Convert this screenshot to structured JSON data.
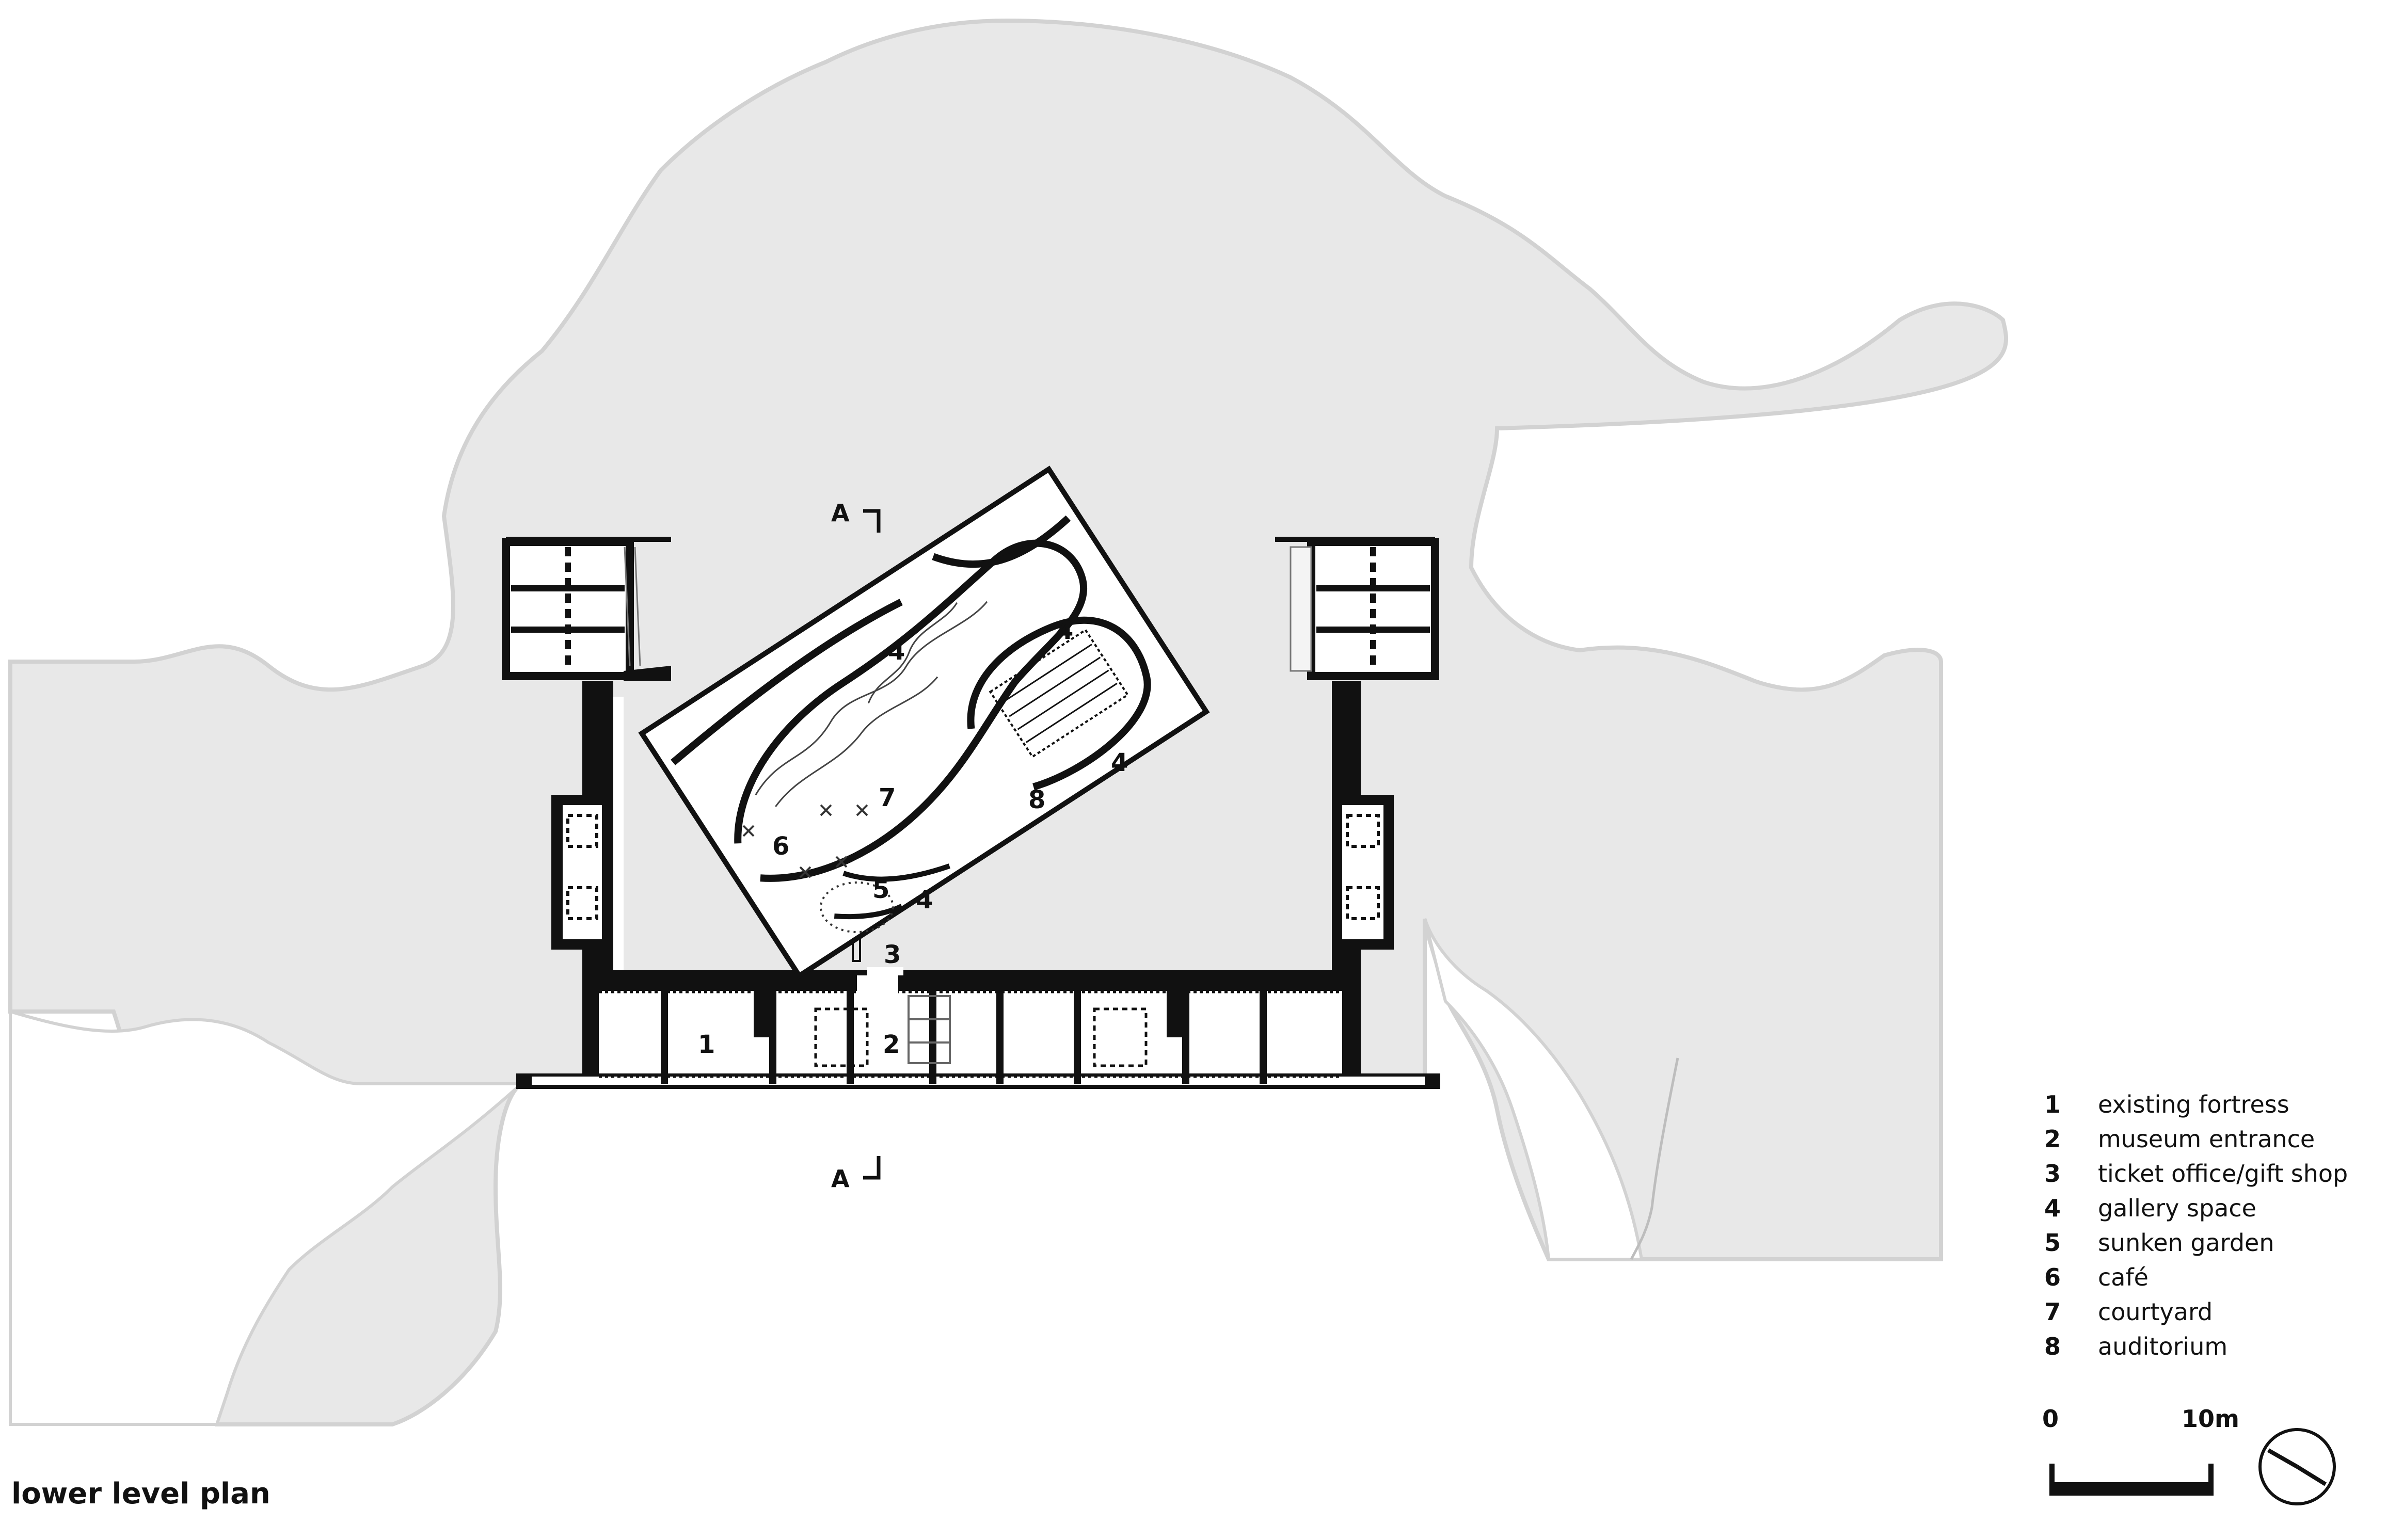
{
  "title": "lower level plan",
  "section_marker": "A",
  "room_labels": {
    "r1": "1",
    "r2": "2",
    "r3": "3",
    "r4a": "4",
    "r4b": "4",
    "r4c": "4",
    "r4d": "4",
    "r5": "5",
    "r6": "6",
    "r7": "7",
    "r8": "8"
  },
  "legend": [
    {
      "num": "1",
      "label": "existing fortress"
    },
    {
      "num": "2",
      "label": "museum entrance"
    },
    {
      "num": "3",
      "label": "ticket office/gift shop"
    },
    {
      "num": "4",
      "label": "gallery space"
    },
    {
      "num": "5",
      "label": "sunken garden"
    },
    {
      "num": "6",
      "label": "café"
    },
    {
      "num": "7",
      "label": "courtyard"
    },
    {
      "num": "8",
      "label": "auditorium"
    }
  ],
  "scale": {
    "start": "0",
    "end": "10m"
  },
  "icons": {
    "north_arrow": "north-arrow-icon"
  },
  "colors": {
    "ground": "#e8e8e8",
    "ground_stroke": "#d2d2d2",
    "wall": "#111111",
    "paper": "#ffffff"
  }
}
